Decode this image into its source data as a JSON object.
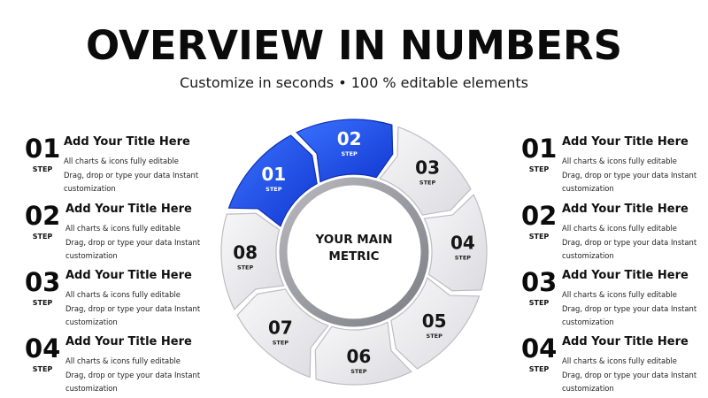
{
  "header": {
    "title": "OVERVIEW IN NUMBERS",
    "subtitle": "Customize in seconds • 100 % editable elements"
  },
  "left_steps": [
    {
      "number": "01",
      "step_label": "STEP",
      "title": "Add Your Title Here",
      "line1": "All charts & icons fully editable",
      "line2": "Drag, drop or type your data Instant",
      "line3": "customization"
    },
    {
      "number": "02",
      "step_label": "STEP",
      "title": "Add Your Title Here",
      "line1": "All charts & icons fully editable",
      "line2": "Drag, drop or type your data Instant",
      "line3": "customization"
    },
    {
      "number": "03",
      "step_label": "STEP",
      "title": "Add Your Title Here",
      "line1": "All charts & icons fully editable",
      "line2": "Drag, drop or type your data Instant",
      "line3": "customization"
    },
    {
      "number": "04",
      "step_label": "STEP",
      "title": "Add Your Title Here",
      "line1": "All charts & icons fully editable",
      "line2": "Drag, drop or type your data Instant",
      "line3": "customization"
    }
  ],
  "right_steps": [
    {
      "number": "01",
      "step_label": "STEP",
      "title": "Add Your Title Here",
      "line1": "All charts & icons fully editable",
      "line2": "Drag, drop or type your data Instant",
      "line3": "customization"
    },
    {
      "number": "02",
      "step_label": "STEP",
      "title": "Add Your Title Here",
      "line1": "All charts & icons fully editable",
      "line2": "Drag, drop or type your data Instant",
      "line3": "customization"
    },
    {
      "number": "03",
      "step_label": "STEP",
      "title": "Add Your Title Here",
      "line1": "All charts & icons fully editable",
      "line2": "Drag, drop or type your data Instant",
      "line3": "customization"
    },
    {
      "number": "04",
      "step_label": "STEP",
      "title": "Add Your Title Here",
      "line1": "All charts & icons fully editable",
      "line2": "Drag, drop or type your data Instant",
      "line3": "customization"
    }
  ],
  "cycle": {
    "center_line1": "YOUR MAIN",
    "center_line2": "METRIC",
    "segments": [
      {
        "number": "01",
        "label": "STEP",
        "highlighted": true
      },
      {
        "number": "02",
        "label": "STEP",
        "highlighted": true
      },
      {
        "number": "03",
        "label": "STEP",
        "highlighted": false
      },
      {
        "number": "04",
        "label": "STEP",
        "highlighted": false
      },
      {
        "number": "05",
        "label": "STEP",
        "highlighted": false
      },
      {
        "number": "06",
        "label": "STEP",
        "highlighted": false
      },
      {
        "number": "07",
        "label": "STEP",
        "highlighted": false
      },
      {
        "number": "08",
        "label": "STEP",
        "highlighted": false
      }
    ]
  },
  "colors": {
    "accent_blue": "#1a4fe8",
    "accent_blue_light": "#3a72ff",
    "segment_gray": "#e9e9ec",
    "segment_gray_dark": "#c9c9ce",
    "ring_inner": "#9a9aa0"
  }
}
